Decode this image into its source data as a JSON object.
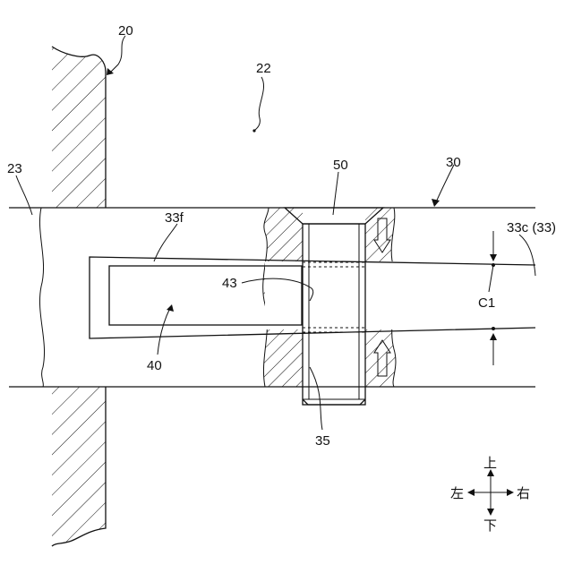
{
  "labels": {
    "l20": "20",
    "l22": "22",
    "l23": "23",
    "l30": "30",
    "l33f": "33f",
    "l33c": "33c (33)",
    "l43": "43",
    "l40": "40",
    "l50": "50",
    "lC1": "C1",
    "l35": "35"
  },
  "compass": {
    "up": "上",
    "down": "下",
    "left": "左",
    "right": "右"
  }
}
